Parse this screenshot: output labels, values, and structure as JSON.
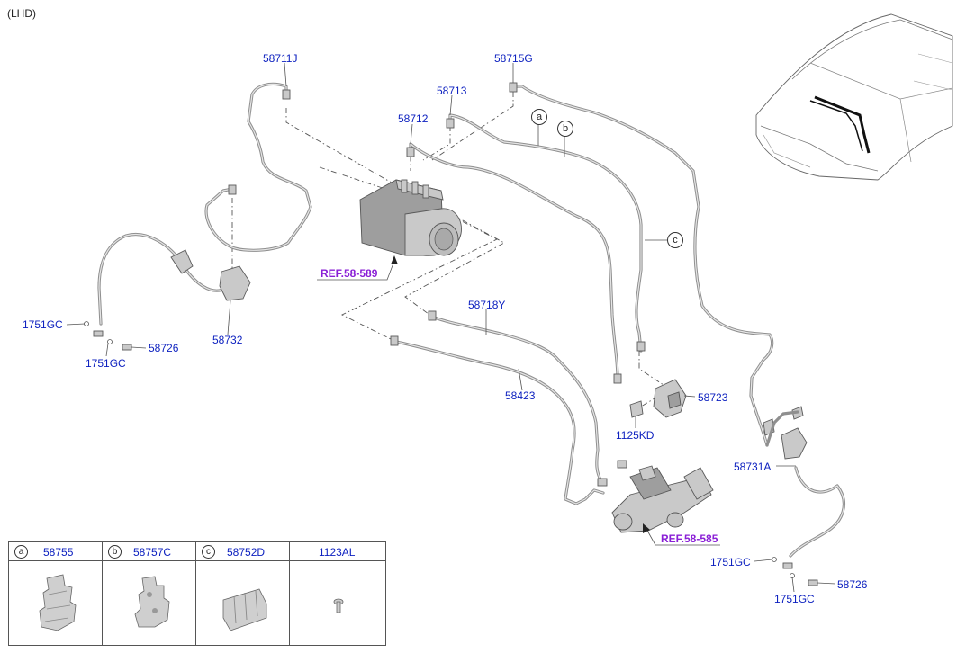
{
  "header": {
    "variant": "(LHD)"
  },
  "labels": {
    "p58711J": "58711J",
    "p58715G": "58715G",
    "p58713": "58713",
    "p58712": "58712",
    "p1751GC_l1": "1751GC",
    "p1751GC_l2": "1751GC",
    "p58726_l": "58726",
    "p58732": "58732",
    "p58718Y": "58718Y",
    "p58423": "58423",
    "p58723": "58723",
    "p1125KD": "1125KD",
    "p58731A": "58731A",
    "p1751GC_r1": "1751GC",
    "p1751GC_r2": "1751GC",
    "p58726_r": "58726"
  },
  "refs": {
    "ref_abs": "REF.58-589",
    "ref_master": "REF.58-585"
  },
  "callouts": {
    "a": "a",
    "b": "b",
    "c": "c"
  },
  "legend": [
    {
      "letter": "a",
      "code": "58755"
    },
    {
      "letter": "b",
      "code": "58757C"
    },
    {
      "letter": "c",
      "code": "58752D"
    },
    {
      "letter": "",
      "code": "1123AL"
    }
  ],
  "colors": {
    "part_label": "#0b1fbf",
    "ref_label": "#8a1fd6",
    "line": "#8c8c8c",
    "tube_fill": "#d8d8d8"
  }
}
